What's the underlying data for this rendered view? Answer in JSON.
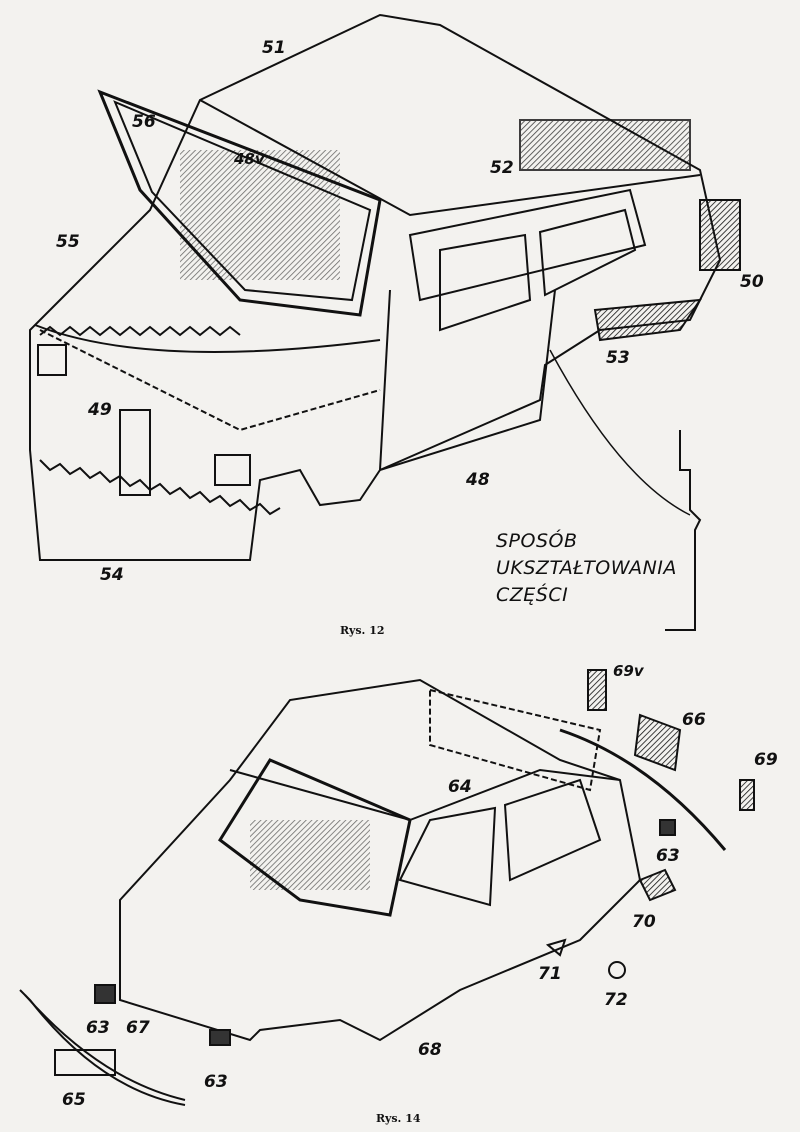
{
  "figure_12": {
    "caption": "Rys. 12",
    "note_lines": [
      "SPOSÓB",
      "UKSZTAŁTOWANIA",
      "CZĘŚCI"
    ],
    "labels": [
      "51",
      "56",
      "48v",
      "55",
      "52",
      "50",
      "53",
      "49",
      "48",
      "54"
    ]
  },
  "figure_14": {
    "caption": "Rys. 14",
    "labels": [
      "69v",
      "66",
      "69",
      "64",
      "63",
      "70",
      "71",
      "72",
      "63",
      "67",
      "68",
      "63",
      "65"
    ]
  }
}
